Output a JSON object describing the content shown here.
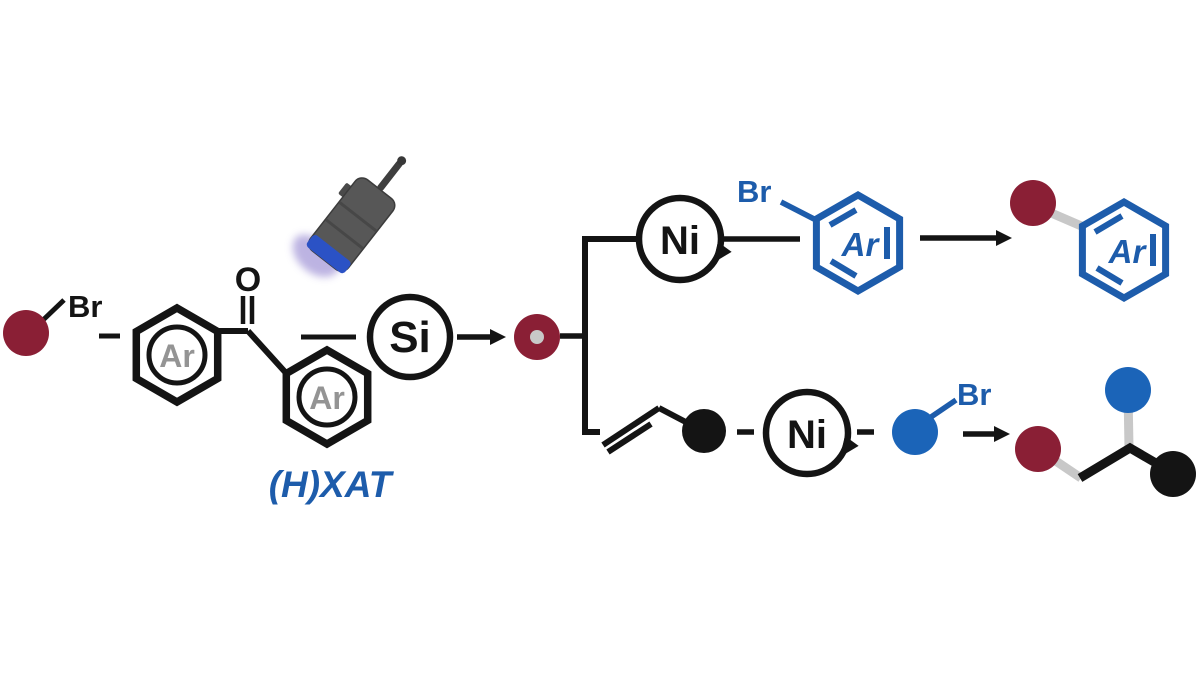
{
  "figure": {
    "title": "photochemical (H)XAT nickel dual catalysis scheme",
    "labels": {
      "substrate_halide": "Br",
      "ring1_ar": "Ar",
      "ring2_ar": "Ar",
      "carbonyl_o": "O",
      "hxat": "(H)XAT",
      "si_mediator": "Si",
      "ni_top": "Ni",
      "ni_bottom": "Ni",
      "aryl_halide_br": "Br",
      "aryl_halide_ar": "Ar",
      "arylation_product_ar": "Ar",
      "alkyl_halide_br": "Br"
    },
    "colors": {
      "maroon": "#8a1f35",
      "blue": "#1d5cab",
      "blue_ball": "#1b64b8",
      "gray_bond": "#c8c8c8",
      "gray_text": "#949494",
      "black": "#141414",
      "beam": "#b5abdf",
      "flashlight_body": "#575757",
      "flashlight_band": "#2b52c5"
    }
  }
}
